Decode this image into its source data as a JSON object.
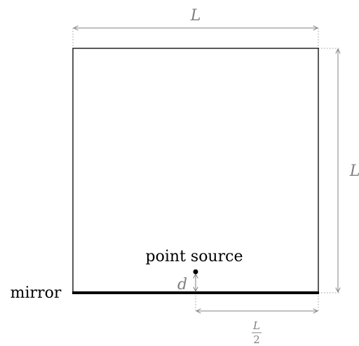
{
  "labels": {
    "top_dimension": "L",
    "right_dimension": "L",
    "half_dimension_numerator": "L",
    "half_dimension_denominator": "2",
    "source_distance": "d",
    "point_source": "point source",
    "mirror": "mirror"
  },
  "colors": {
    "line": "#000000",
    "dimension": "#808080",
    "guide": "#9a9a9a"
  }
}
